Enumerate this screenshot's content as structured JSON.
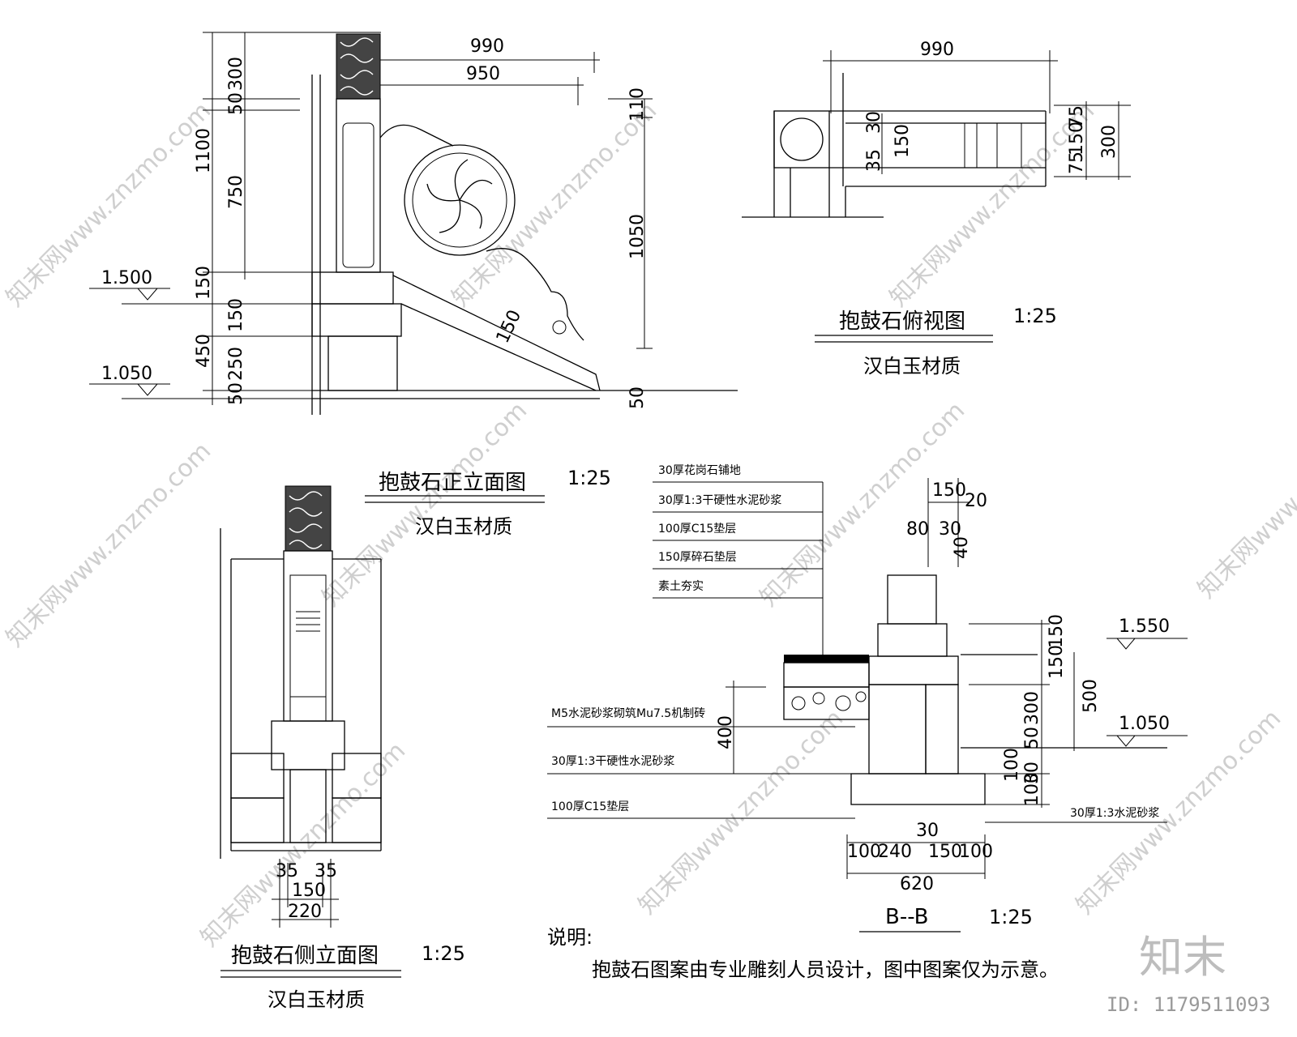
{
  "views": {
    "front": {
      "title": "抱鼓石正立面图",
      "scale": "1:25",
      "material": "汉白玉材质",
      "dims": [
        "990",
        "950",
        "300",
        "50",
        "750",
        "1100",
        "150",
        "150",
        "250",
        "450",
        "50",
        "110",
        "1050",
        "150",
        "50"
      ],
      "levels": [
        "1.500",
        "1.050"
      ]
    },
    "top": {
      "title": "抱鼓石俯视图",
      "scale": "1:25",
      "material": "汉白玉材质",
      "dims": [
        "990",
        "30",
        "150",
        "35",
        "75",
        "150",
        "75",
        "300"
      ]
    },
    "side": {
      "title": "抱鼓石侧立面图",
      "scale": "1:25",
      "material": "汉白玉材质",
      "dims": [
        "35",
        "35",
        "150",
        "220"
      ]
    },
    "section": {
      "title": "B--B",
      "scale": "1:25",
      "layers": [
        "30厚花岗石铺地",
        "30厚1:3干硬性水泥砂浆",
        "100厚C15垫层",
        "150厚碎石垫层",
        "素土夯实"
      ],
      "left_notes": [
        "M5水泥砂浆砌筑Mu7.5机制砖",
        "30厚1:3干硬性水泥砂浆",
        "100厚C15垫层"
      ],
      "right_note": "30厚1:3水泥砂浆",
      "dims_top": [
        "150",
        "20",
        "80",
        "30",
        "40"
      ],
      "dims_left": [
        "400"
      ],
      "dims_right": [
        "150",
        "150",
        "300",
        "50",
        "30",
        "100",
        "100",
        "500"
      ],
      "dims_bottom": [
        "30",
        "100",
        "240",
        "150",
        "100",
        "620"
      ],
      "levels": [
        "1.550",
        "1.050"
      ]
    }
  },
  "notes": {
    "heading": "说明:",
    "text": "抱鼓石图案由专业雕刻人员设计，图中图案仅为示意。"
  },
  "watermark": {
    "site": "知末网www.znzmo.com",
    "brand": "知末",
    "id": "ID: 1179511093"
  }
}
